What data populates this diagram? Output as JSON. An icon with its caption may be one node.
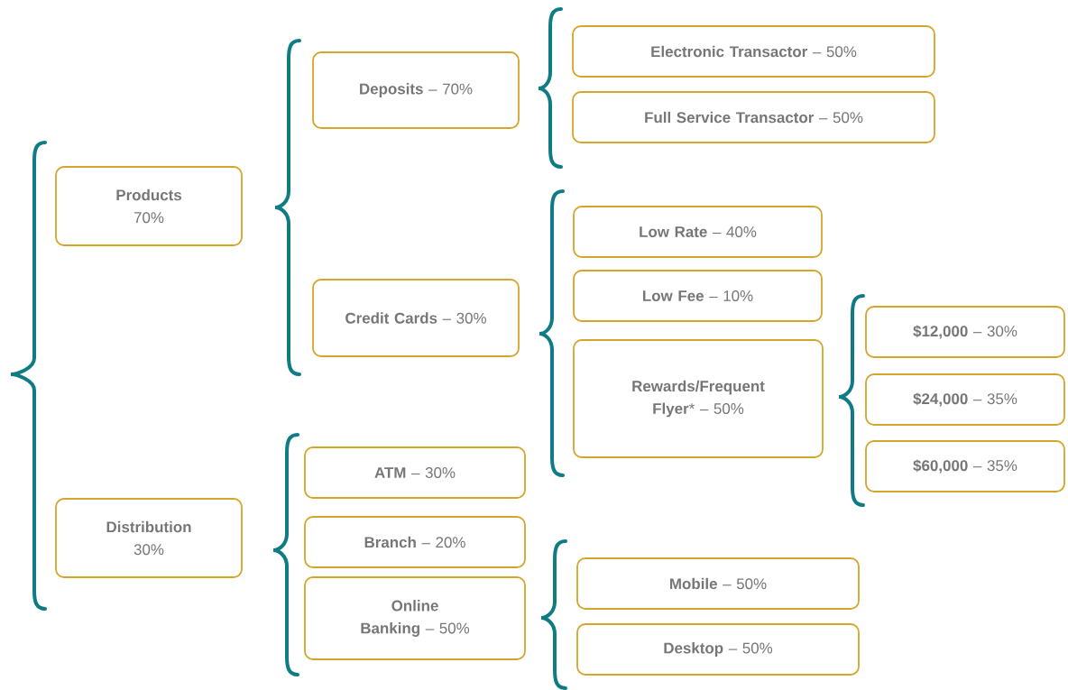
{
  "diagram": {
    "nodes": [
      {
        "text": [
          "Products",
          "70%"
        ]
      },
      {
        "text": [
          "**Deposits** – 70%"
        ]
      },
      {
        "text": [
          "**Electronic Transactor** – 50%"
        ]
      },
      {
        "text": [
          "**Full Service Transactor** – 50%"
        ]
      },
      {
        "text": [
          "**Credit Cards** – 30%"
        ]
      },
      {
        "text": [
          "**Low Rate** – 40%"
        ]
      },
      {
        "text": [
          "**Low Fee** – 10%"
        ]
      },
      {
        "text": [
          "**Rewards/Frequent Flyer*** – 50%"
        ]
      },
      {
        "text": [
          "**$12,000** – 30%"
        ]
      },
      {
        "text": [
          "**$24,000** – 35%"
        ]
      },
      {
        "text": [
          "**$60,000** – 35%"
        ]
      },
      {
        "text": [
          "Distribution",
          "30%"
        ]
      },
      {
        "text": [
          "**ATM** – 30%"
        ]
      },
      {
        "text": [
          "**Branch** – 20%"
        ]
      },
      {
        "text": [
          "**Online Banking** – 50%"
        ]
      },
      {
        "text": [
          "**Mobile** – 50%"
        ]
      },
      {
        "text": [
          "**Desktop** – 50%"
        ]
      }
    ]
  }
}
